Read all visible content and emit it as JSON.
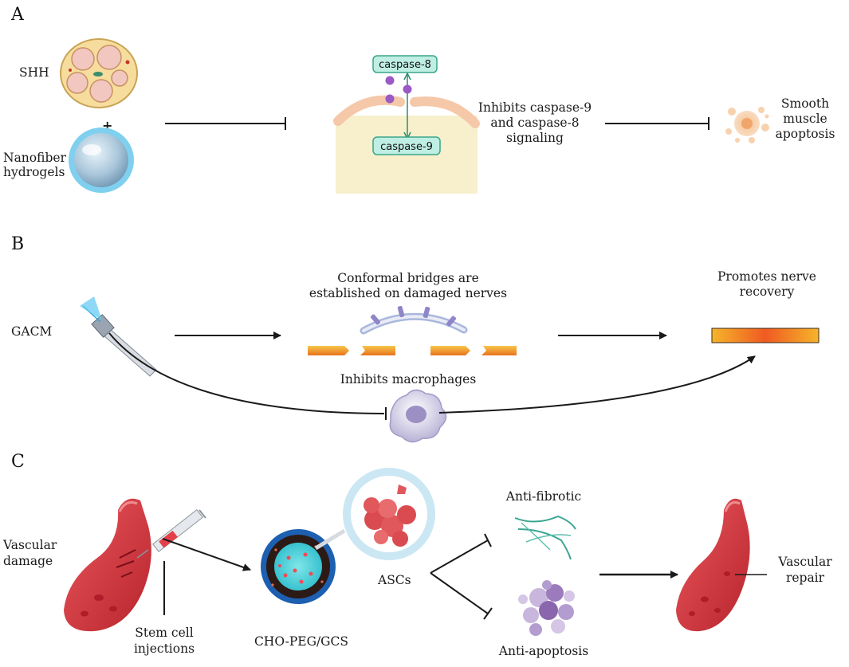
{
  "panels": {
    "a": {
      "letter": "A",
      "shh_label": "SHH",
      "plus": "+",
      "hydrogel_label": [
        "Nanofiber",
        "hydrogels"
      ],
      "caspase8": "caspase-8",
      "caspase9": "caspase-9",
      "inhibits_label": [
        "Inhibits caspase-9",
        "and caspase-8",
        "signaling"
      ],
      "outcome_label": [
        "Smooth",
        "muscle",
        "apoptosis"
      ]
    },
    "b": {
      "letter": "B",
      "gacm_label": "GACM",
      "bridges_label": [
        "Conformal bridges are",
        "established on damaged nerves"
      ],
      "macrophage_label": "Inhibits macrophages",
      "recovery_label": [
        "Promotes nerve",
        "recovery"
      ]
    },
    "c": {
      "letter": "C",
      "damage_label": [
        "Vascular",
        "damage"
      ],
      "injection_label": [
        "Stem cell",
        "injections"
      ],
      "hydrogel_label": "CHO-PEG/GCS",
      "ascs_label": "ASCs",
      "fibrotic_label": "Anti-fibrotic",
      "apoptosis_label": "Anti-apoptosis",
      "repair_label": [
        "Vascular",
        "repair"
      ]
    }
  },
  "colors": {
    "caspase_chip": "#bfeee3",
    "caspase_border": "#3aa58a",
    "cell_fill": "#f8f0cc",
    "membrane": "#f4c8a8",
    "nerve": "#f5a623",
    "vessel": "#e0474f",
    "hydrogel_blue": "#8fd3f0"
  }
}
